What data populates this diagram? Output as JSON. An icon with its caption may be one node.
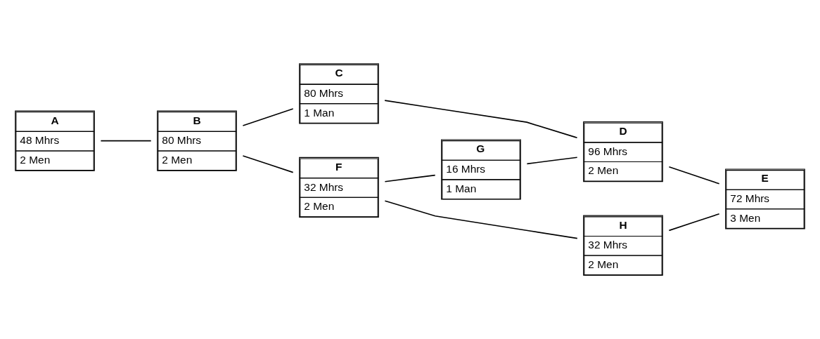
{
  "diagram": {
    "nodes": [
      {
        "text": [
          "A",
          "48 Mhrs",
          "2 Men"
        ]
      },
      {
        "text": [
          "B",
          "80 Mhrs",
          "2 Men"
        ]
      },
      {
        "text": [
          "C",
          "80 Mhrs",
          "1 Man"
        ]
      },
      {
        "text": [
          "D",
          "96 Mhrs",
          "2 Men"
        ]
      },
      {
        "text": [
          "E",
          "72 Mhrs",
          "3 Men"
        ]
      },
      {
        "text": [
          "F",
          "32 Mhrs",
          "2 Men"
        ]
      },
      {
        "text": [
          "G",
          "16 Mhrs",
          "1 Man"
        ]
      },
      {
        "text": [
          "H",
          "32 Mhrs",
          "2 Men"
        ]
      }
    ],
    "edges": [
      {
        "from": 0,
        "to": 1,
        "arrow": "none"
      },
      {
        "from": 1,
        "to": 5,
        "arrow": "none"
      },
      {
        "from": 1,
        "to": 2,
        "arrow": "none"
      },
      {
        "from": 5,
        "to": 7,
        "arrow": "none"
      },
      {
        "from": 5,
        "to": 6,
        "arrow": "none"
      },
      {
        "from": 6,
        "to": 3,
        "arrow": "none"
      },
      {
        "from": 2,
        "to": 3,
        "arrow": "none"
      },
      {
        "from": 3,
        "to": 4,
        "arrow": "none"
      },
      {
        "from": 7,
        "to": 4,
        "arrow": "none"
      }
    ]
  }
}
